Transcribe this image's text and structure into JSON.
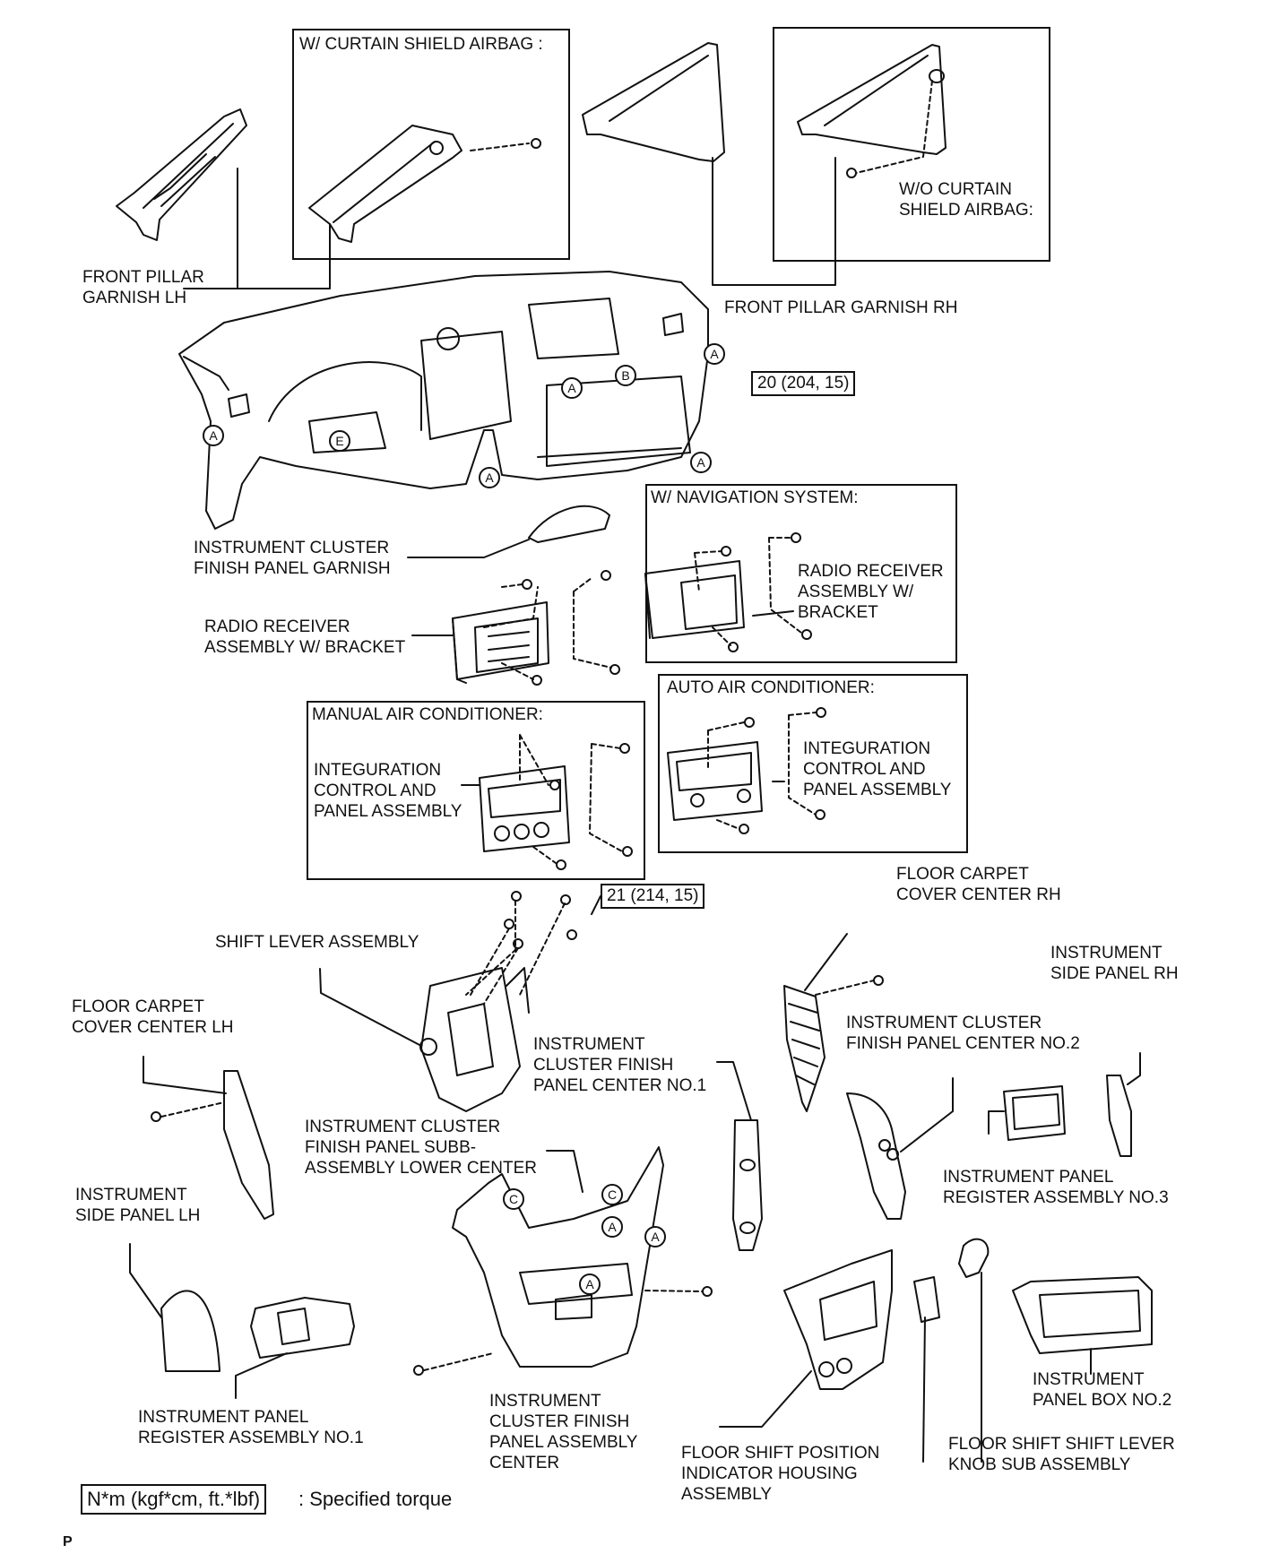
{
  "frames": {
    "curtain": "W/ CURTAIN SHIELD AIRBAG :",
    "wo_curtain": "W/O CURTAIN\nSHIELD AIRBAG:",
    "navigation": "W/ NAVIGATION SYSTEM:",
    "auto_ac": "AUTO AIR CONDITIONER:",
    "manual_ac": "MANUAL AIR CONDITIONER:"
  },
  "labels": {
    "front_pillar_lh": "FRONT PILLAR\nGARNISH LH",
    "front_pillar_rh": "FRONT PILLAR GARNISH RH",
    "cluster_finish_garnish": "INSTRUMENT CLUSTER\nFINISH PANEL GARNISH",
    "radio_bracket": "RADIO RECEIVER\nASSEMBLY W/ BRACKET",
    "radio_nav": "RADIO RECEIVER\nASSEMBLY W/\nBRACKET",
    "integ_manual": "INTEGURATION\nCONTROL AND\nPANEL ASSEMBLY",
    "integ_auto": "INTEGURATION\nCONTROL AND\nPANEL ASSEMBLY",
    "shift_lever": "SHIFT LEVER ASSEMBLY",
    "floor_carpet_lh": "FLOOR CARPET\nCOVER CENTER LH",
    "floor_carpet_rh": "FLOOR CARPET\nCOVER CENTER RH",
    "side_panel_rh": "INSTRUMENT\nSIDE PANEL RH",
    "finish_center_no2": "INSTRUMENT CLUSTER\nFINISH PANEL CENTER NO.2",
    "finish_center_no1": "INSTRUMENT\nCLUSTER FINISH\nPANEL CENTER NO.1",
    "finish_lower_center": "INSTRUMENT CLUSTER\nFINISH PANEL SUBB-\nASSEMBLY LOWER CENTER",
    "side_panel_lh": "INSTRUMENT\nSIDE PANEL LH",
    "register_no3": "INSTRUMENT PANEL\nREGISTER ASSEMBLY NO.3",
    "register_no1": "INSTRUMENT PANEL\nREGISTER ASSEMBLY NO.1",
    "finish_assembly_center": "INSTRUMENT\nCLUSTER FINISH\nPANEL ASSEMBLY\nCENTER",
    "shift_position_housing": "FLOOR SHIFT POSITION\nINDICATOR HOUSING\nASSEMBLY",
    "shift_knob": "FLOOR SHIFT SHIFT LEVER\nKNOB SUB ASSEMBLY",
    "panel_box_no2": "INSTRUMENT\nPANEL BOX NO.2"
  },
  "torques": {
    "t1": "20 (204, 15)",
    "t2": "21 (214, 15)"
  },
  "legend": {
    "unit": "N*m (kgf*cm, ft.*lbf)",
    "text": ": Specified torque"
  },
  "page_code": "P",
  "circle_letters": {
    "a": "A",
    "b": "B",
    "c": "C",
    "e": "E"
  }
}
